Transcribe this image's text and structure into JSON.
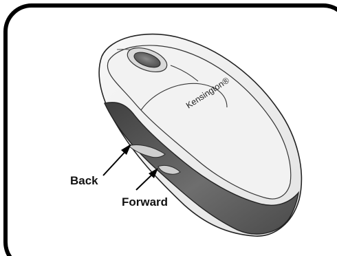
{
  "diagram": {
    "brand_logo": "Kensington®",
    "callouts": {
      "back": "Back",
      "forward": "Forward"
    }
  },
  "colors": {
    "frame_stroke": "#000000",
    "frame_fill": "#ffffff",
    "mouse_shell": "#ececec",
    "side_dark": "#555555",
    "wheel": "#6a6a6a"
  }
}
